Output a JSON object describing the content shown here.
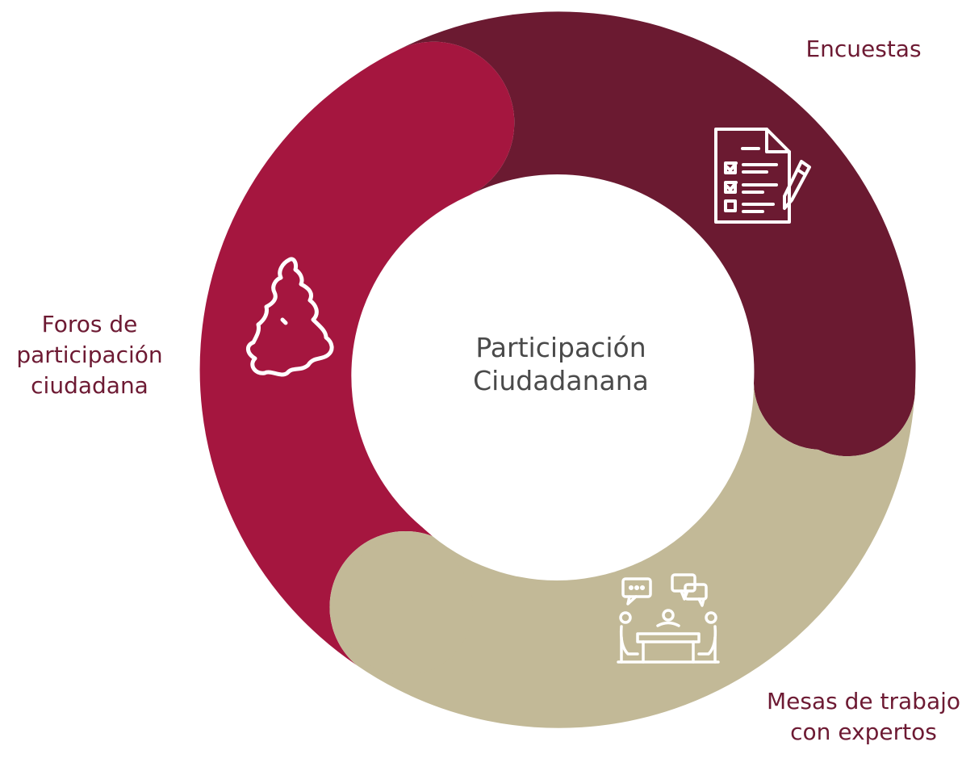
{
  "center_title": "Participación\nCiudadanana",
  "segments": [
    {
      "id": "encuestas",
      "label": "Encuestas",
      "color": "#6b1a31",
      "icon": "survey-checklist-icon"
    },
    {
      "id": "mesas",
      "label": "Mesas de trabajo\ncon expertos",
      "color": "#c2b997",
      "icon": "meeting-table-icon"
    },
    {
      "id": "foros",
      "label": "Foros de\nparticipación\nciudadana",
      "color": "#a5163f",
      "icon": "state-map-icon"
    }
  ],
  "label_color": "#6d1a33"
}
